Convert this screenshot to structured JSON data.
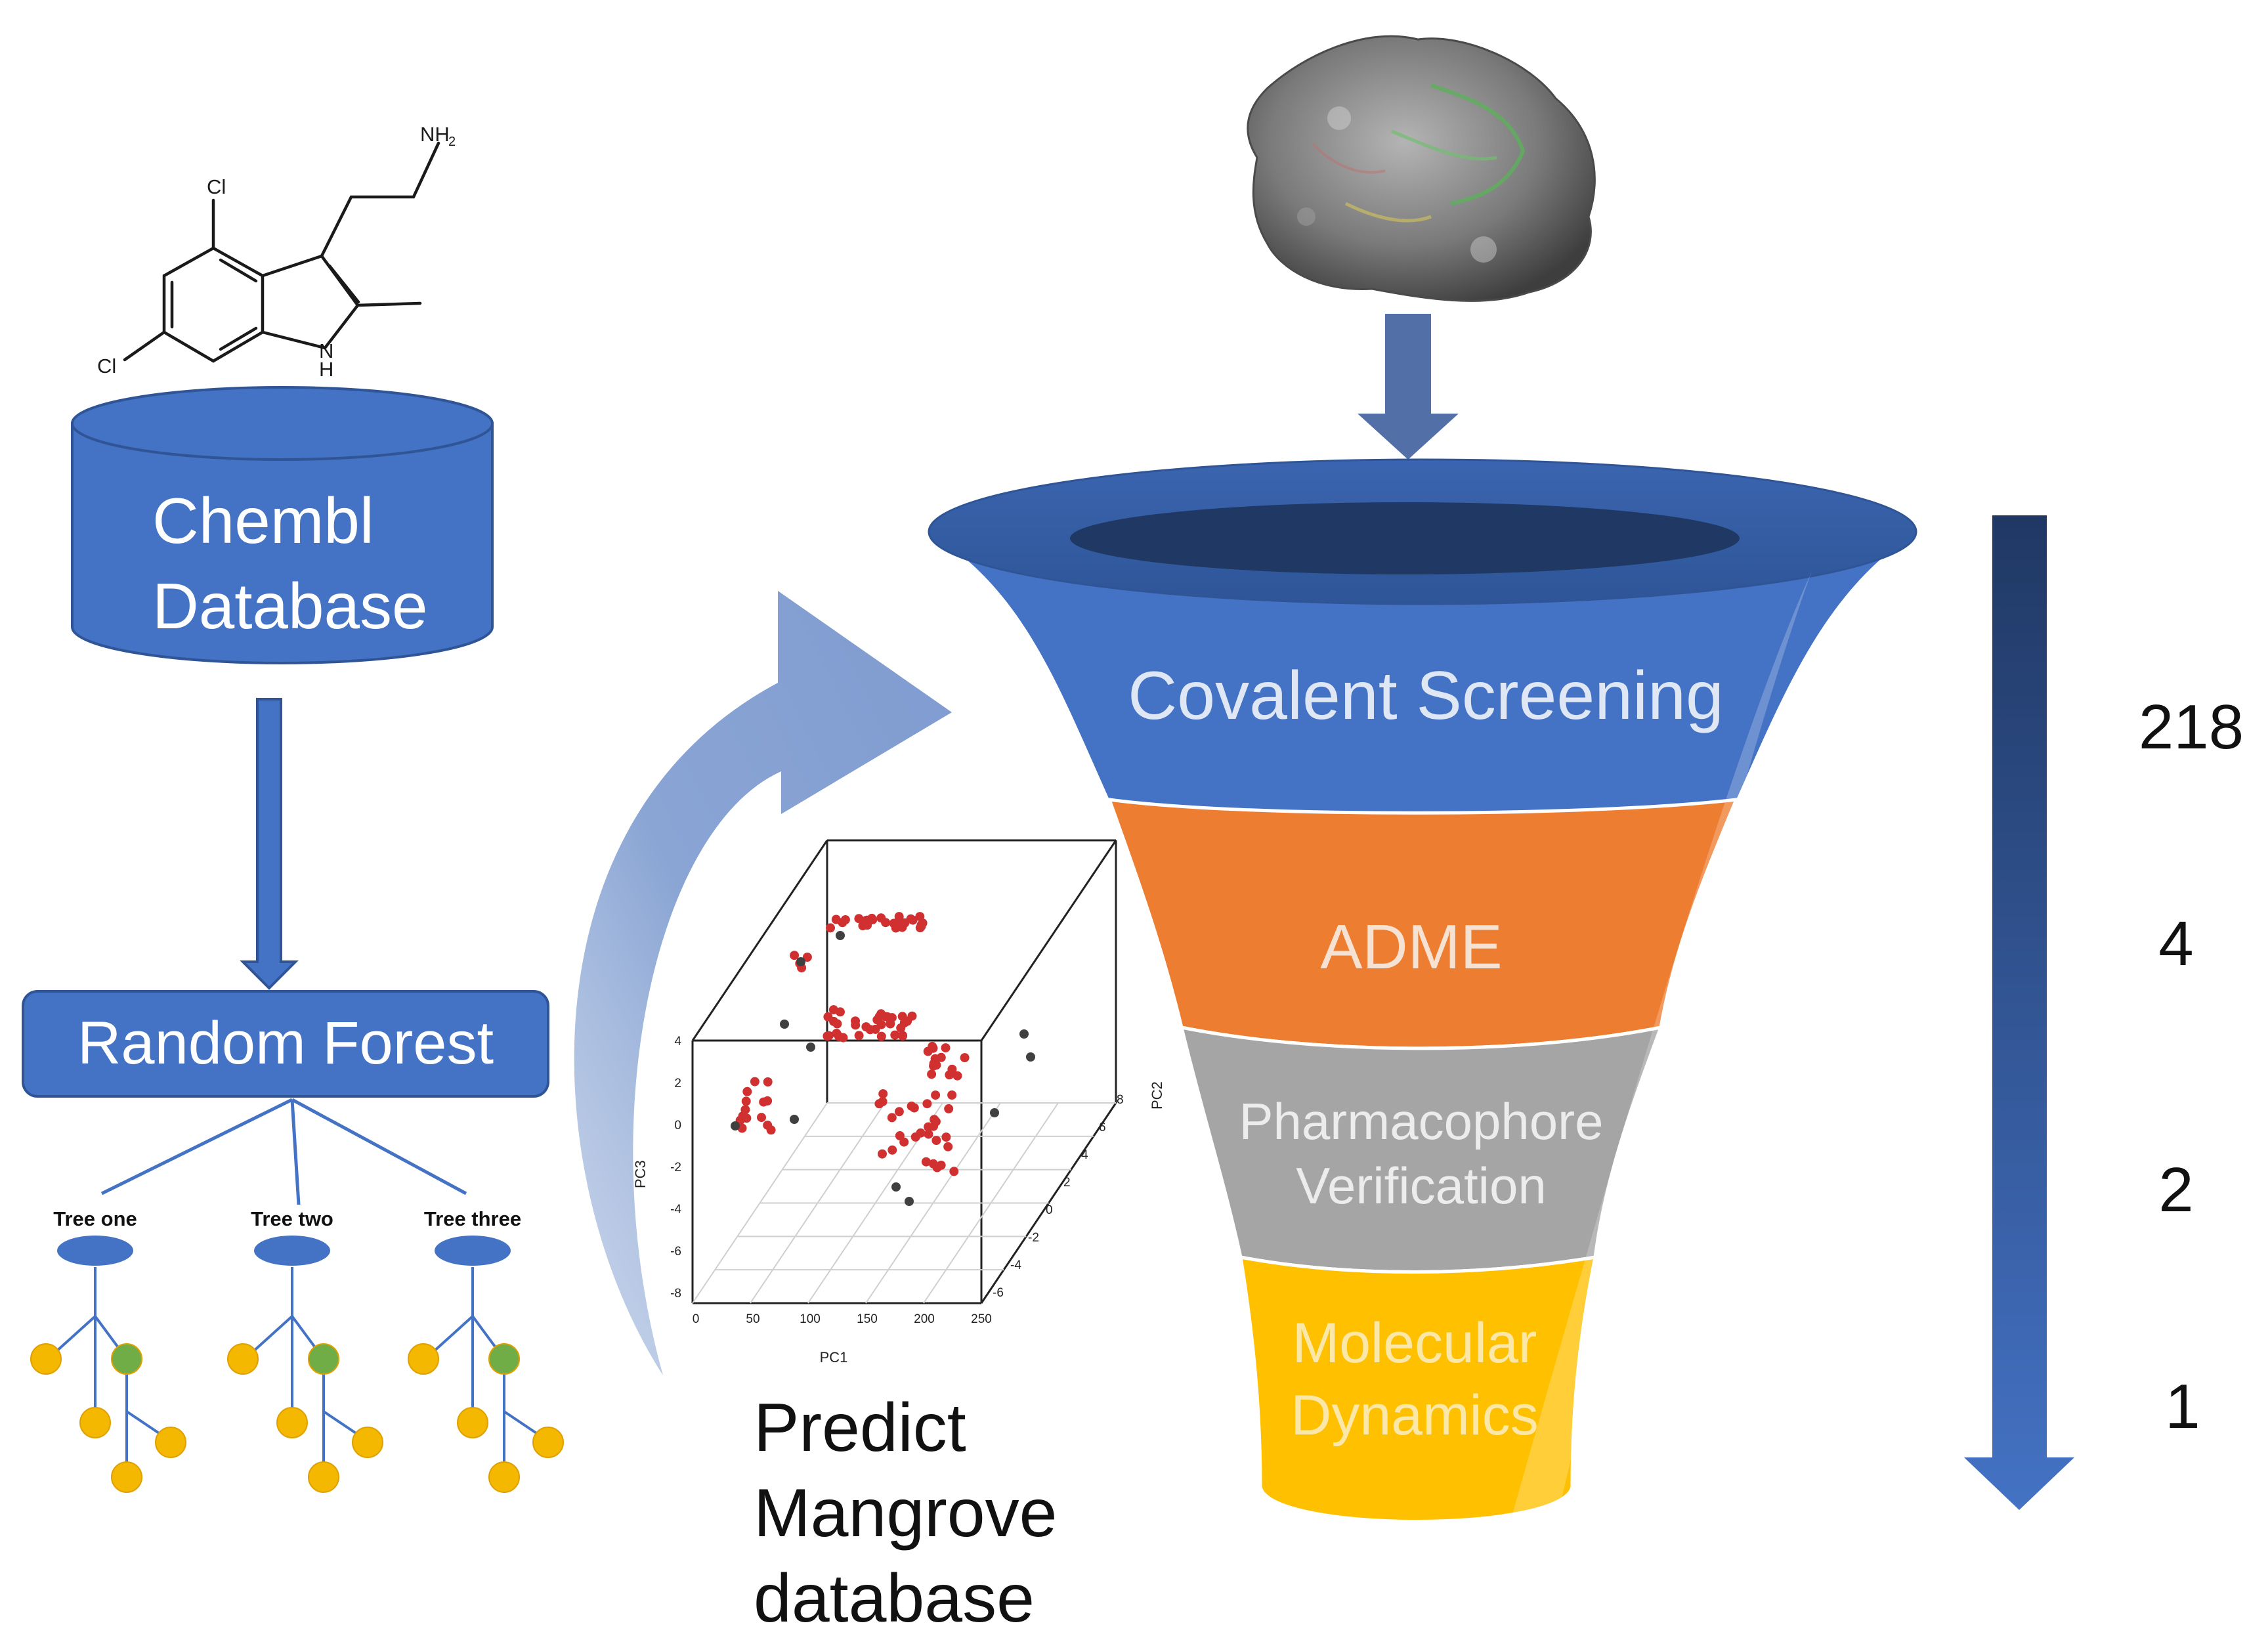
{
  "molecule": {
    "atoms": {
      "amine": "NH",
      "amine_sub": "2",
      "chloro_top": "Cl",
      "chloro_bottom": "Cl",
      "nitrogen": "N",
      "hydrogen": "H"
    }
  },
  "database": {
    "line1": "Chembl",
    "line2": "Database"
  },
  "model": {
    "label": "Random Forest",
    "trees": [
      "Tree one",
      "Tree two",
      "Tree three"
    ]
  },
  "pca_plot": {
    "axes": {
      "x": "PC1",
      "y": "PC2",
      "z": "PC3"
    },
    "x_ticks": [
      "0",
      "50",
      "100",
      "150",
      "200",
      "250"
    ],
    "y_ticks": [
      "-6",
      "-4",
      "-2",
      "0",
      "2",
      "4",
      "6",
      "8"
    ],
    "z_ticks": [
      "4",
      "2",
      "0",
      "-2",
      "-4",
      "-6",
      "-8"
    ]
  },
  "predict_label": [
    "Predict",
    "Mangrove",
    "database"
  ],
  "funnel": {
    "stages": [
      {
        "label": "Covalent  Screening",
        "color": "#4472c4",
        "count": "218"
      },
      {
        "label": "ADME",
        "color": "#ed7d31",
        "count": "4"
      },
      {
        "label": "Pharmacophore\nVerification",
        "color": "#a5a5a5",
        "count": "2"
      },
      {
        "label": "Molecular\nDynamics",
        "color": "#ffc000",
        "count": "1"
      }
    ]
  },
  "colors": {
    "primary_blue": "#4472c4",
    "dark_blue": "#2f5597",
    "tree_leaf": "#f5b800",
    "tree_branch": "#70ad47",
    "plot_red": "#d03030",
    "plot_grey": "#404040"
  }
}
